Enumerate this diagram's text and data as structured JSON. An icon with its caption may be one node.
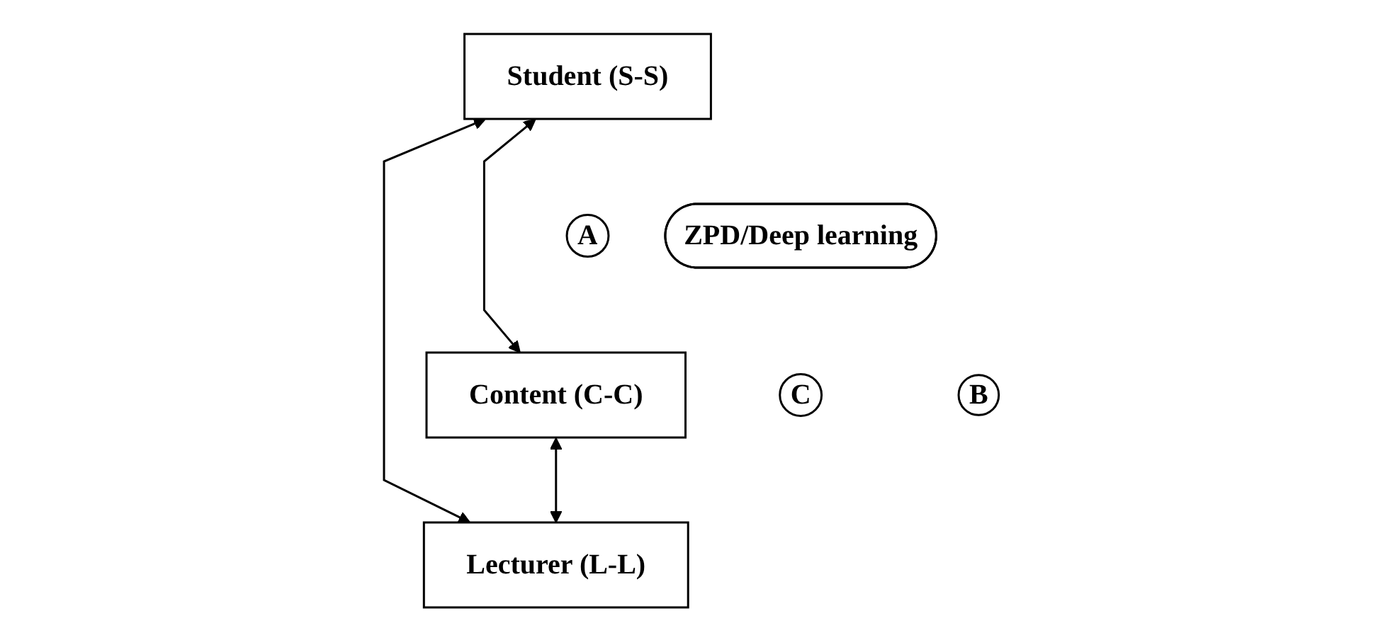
{
  "diagram": {
    "nodes": [
      {
        "text": [
          "Student (S-S)"
        ]
      },
      {
        "text": [
          "Content (C-C)"
        ]
      },
      {
        "text": [
          "Lecturer (L-L)"
        ]
      },
      {
        "text": [
          "ZPD/Deep learning"
        ]
      },
      {
        "text": [
          "A"
        ]
      },
      {
        "text": [
          "B"
        ]
      },
      {
        "text": [
          "C"
        ]
      }
    ],
    "edges": [
      {
        "from": 0,
        "to": 1,
        "arrow": "both"
      },
      {
        "from": 0,
        "to": 2,
        "arrow": "both"
      },
      {
        "from": 1,
        "to": 2,
        "arrow": "both"
      }
    ]
  }
}
